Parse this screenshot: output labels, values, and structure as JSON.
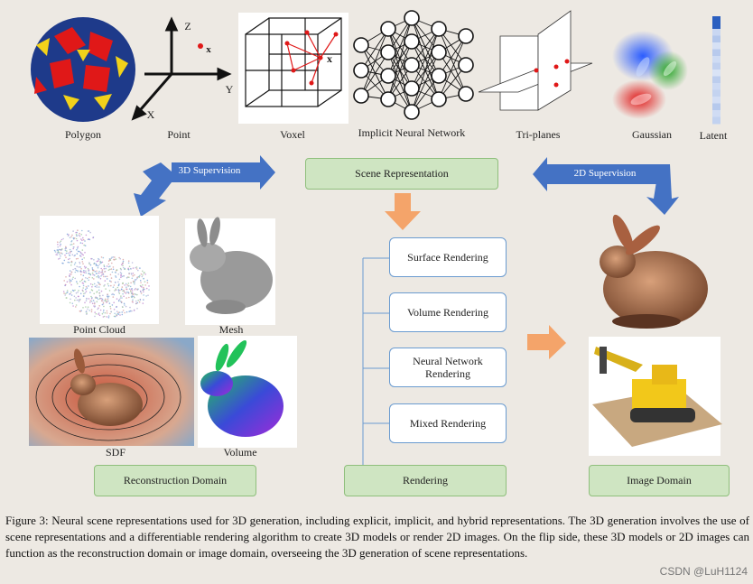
{
  "representations": [
    {
      "label": "Polygon",
      "icon": "polygon-icon"
    },
    {
      "label": "Point",
      "icon": "point-axes-icon"
    },
    {
      "label": "Voxel",
      "icon": "voxel-grid-icon"
    },
    {
      "label": "Implicit Neural Network",
      "icon": "neural-network-icon"
    },
    {
      "label": "Tri-planes",
      "icon": "triplane-icon"
    },
    {
      "label": "Gaussian",
      "icon": "gaussian-icon"
    },
    {
      "label": "Latent",
      "icon": "latent-icon"
    }
  ],
  "axes": {
    "z": "Z",
    "y": "Y",
    "x": "X",
    "point": "x",
    "voxel_point": "x"
  },
  "supervision": {
    "left": "3D Supervision",
    "right": "2D Supervision"
  },
  "scene_representation": "Scene Representation",
  "rendering_methods": [
    "Surface Rendering",
    "Volume Rendering",
    "Neural Network Rendering",
    "Mixed Rendering"
  ],
  "rendering": "Rendering",
  "reconstruction": {
    "items": [
      "Point Cloud",
      "Mesh",
      "SDF",
      "Volume"
    ],
    "domain": "Reconstruction Domain"
  },
  "image_domain": "Image Domain",
  "caption": "Figure 3: Neural scene representations used for 3D generation, including explicit, implicit, and hybrid representations. The 3D generation involves the use of scene representations and a differentiable rendering algorithm to create 3D models or render 2D images. On the flip side, these 3D models or 2D images can function as the reconstruction domain or image domain, overseeing the 3D generation of scene representations.",
  "watermark": "CSDN @LuH1124",
  "colors": {
    "green_box": "#cfe5c2",
    "blue_arrow": "#4472c4",
    "orange_arrow": "#f4a46a",
    "background": "#ede9e3"
  }
}
